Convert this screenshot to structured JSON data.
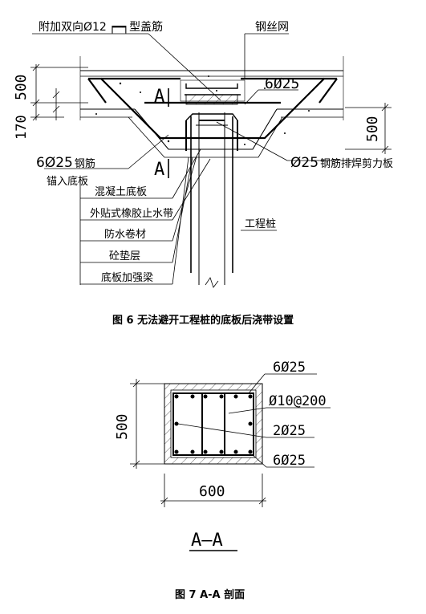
{
  "fig6": {
    "labels": {
      "top_bar": "附加双向Ø12",
      "top_bar_suffix": "型盖筋",
      "wire_mesh": "钢丝网",
      "bars_6_25_right": "6Ø25",
      "bars_6_25_left": "6Ø25",
      "bars_6_25_left_suffix": "钢筋",
      "anchor": "锚入底板",
      "shear_plate": "Ø25",
      "shear_plate_suffix": "钢筋排焊剪力板",
      "section_mark_top": "A",
      "section_mark_bottom": "A",
      "pile": "工程桩"
    },
    "dims": {
      "left_top": "500",
      "left_bottom": "170",
      "right": "500"
    },
    "layers": [
      "混凝土底板",
      "外贴式橡胶止水带",
      "防水卷材",
      "砼垫层",
      "底板加强梁"
    ],
    "caption": "图 6  无法避开工程桩的底板后浇带设置"
  },
  "fig7": {
    "labels": {
      "top_bars": "6Ø25",
      "stirrup": "Ø10@200",
      "middle_bars": "2Ø25",
      "bottom_bars": "6Ø25"
    },
    "dims": {
      "height": "500",
      "width": "600"
    },
    "section_title": "A—A",
    "caption": "图 7  A-A 剖面"
  }
}
